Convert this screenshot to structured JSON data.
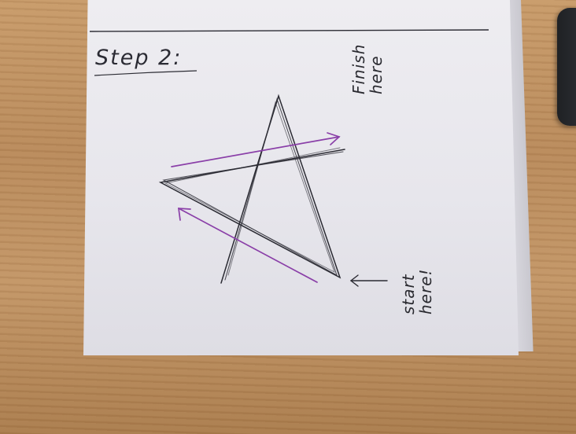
{
  "paper": {
    "title": "Step 2:",
    "labels": {
      "finish_line1": "Finish",
      "finish_line2": "here",
      "start_line1": "start",
      "start_line2": "here!"
    }
  },
  "colors": {
    "ink": "#2a2a30",
    "purple_arrow": "#8a3fa8",
    "paper": "#e9e8ee",
    "table": "#bd8f5f"
  },
  "icons": [
    "star-drawing-icon",
    "arrow-right-icon",
    "arrow-left-icon"
  ]
}
